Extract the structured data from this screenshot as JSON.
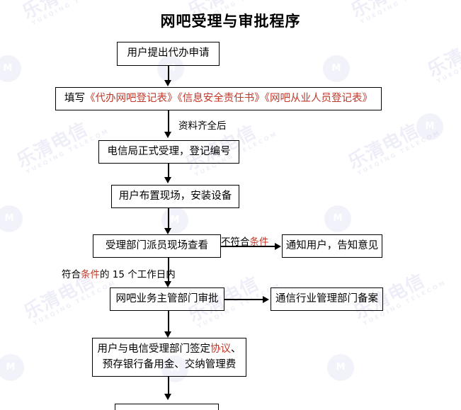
{
  "document": {
    "title": "网吧受理与审批程序",
    "colors": {
      "accent_red": "#c0392b",
      "line": "#000000",
      "background": "#ffffff",
      "watermark": "#9c9ad8"
    }
  },
  "watermark": {
    "text_cn": "乐清电信",
    "text_en": "YUEQING TELECOM",
    "logo_mark": "M"
  },
  "flow": {
    "nodes": [
      {
        "id": "node-application",
        "lines": [
          {
            "segments": [
              {
                "text": "用户提出代办申请",
                "color": "black"
              }
            ]
          }
        ]
      },
      {
        "id": "node-fill-forms",
        "lines": [
          {
            "segments": [
              {
                "text": "填写",
                "color": "black"
              },
              {
                "text": "《代办网吧登记表》《信息安全责任书》《网吧从业人员登记表》",
                "color": "red"
              }
            ]
          }
        ]
      },
      {
        "id": "node-accept-register",
        "lines": [
          {
            "segments": [
              {
                "text": "电信局正式受理，登记编号",
                "color": "black"
              }
            ]
          }
        ]
      },
      {
        "id": "node-setup-site",
        "lines": [
          {
            "segments": [
              {
                "text": "用户布置现场，安装设备",
                "color": "black"
              }
            ]
          }
        ]
      },
      {
        "id": "node-site-inspection",
        "lines": [
          {
            "segments": [
              {
                "text": "受理部门派员现场查看",
                "color": "black"
              }
            ]
          }
        ]
      },
      {
        "id": "node-notify-user",
        "lines": [
          {
            "segments": [
              {
                "text": "通知用户，告知意见",
                "color": "black"
              }
            ]
          }
        ]
      },
      {
        "id": "node-department-approval",
        "lines": [
          {
            "segments": [
              {
                "text": "网吧业务主管部门审批",
                "color": "black"
              }
            ]
          }
        ]
      },
      {
        "id": "node-industry-filing",
        "lines": [
          {
            "segments": [
              {
                "text": "通信行业管理部门备案",
                "color": "black"
              }
            ]
          }
        ]
      },
      {
        "id": "node-sign-agreement",
        "lines": [
          {
            "segments": [
              {
                "text": "用户与电信受理部门签定",
                "color": "black"
              },
              {
                "text": "协议",
                "color": "red"
              },
              {
                "text": "、",
                "color": "black"
              }
            ]
          },
          {
            "segments": [
              {
                "text": "预存银行备用金、交纳管理费",
                "color": "black"
              }
            ]
          }
        ]
      },
      {
        "id": "node-bottom-cropped",
        "lines": [
          {
            "segments": [
              {
                "text": "",
                "color": "black"
              }
            ]
          }
        ]
      }
    ],
    "edge_labels": [
      {
        "id": "label-documents-complete",
        "segments": [
          {
            "text": "资料齐全后",
            "color": "black"
          }
        ]
      },
      {
        "id": "label-not-qualified",
        "segments": [
          {
            "text": "不符合",
            "color": "black"
          },
          {
            "text": "条件",
            "color": "red"
          }
        ]
      },
      {
        "id": "label-qualified-15-days",
        "segments": [
          {
            "text": "符合",
            "color": "black"
          },
          {
            "text": "条件",
            "color": "red"
          },
          {
            "text": "的 15 个工作日内",
            "color": "black"
          }
        ]
      }
    ]
  }
}
